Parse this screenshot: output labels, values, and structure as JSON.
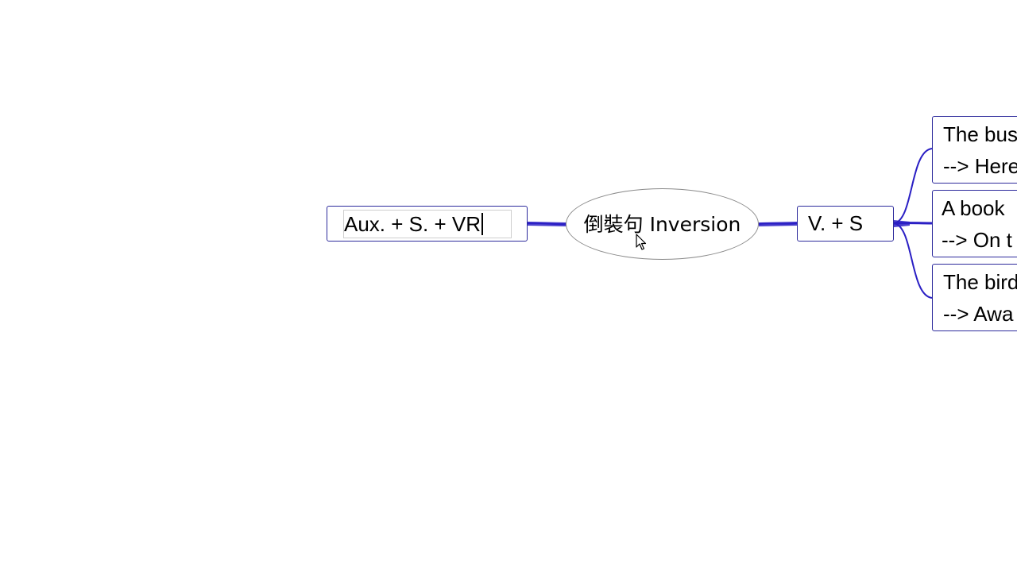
{
  "central_topic": "倒裝句 Inversion",
  "left_branch": {
    "label": "Aux. + S. + VR",
    "editing": true
  },
  "right_branch": {
    "label": "V. + S",
    "examples": [
      {
        "line1": "The bus",
        "line2": "--> Here"
      },
      {
        "line1": "A book",
        "line2": "--> On t"
      },
      {
        "line1": "The bird",
        "line2": "--> Awa"
      }
    ]
  },
  "colors": {
    "connector": "#2a1fc4",
    "node_border": "#2d2a9c",
    "central_border": "#8a8a8a",
    "background": "#ffffff"
  },
  "icons": [
    "mouse-pointer-icon"
  ]
}
